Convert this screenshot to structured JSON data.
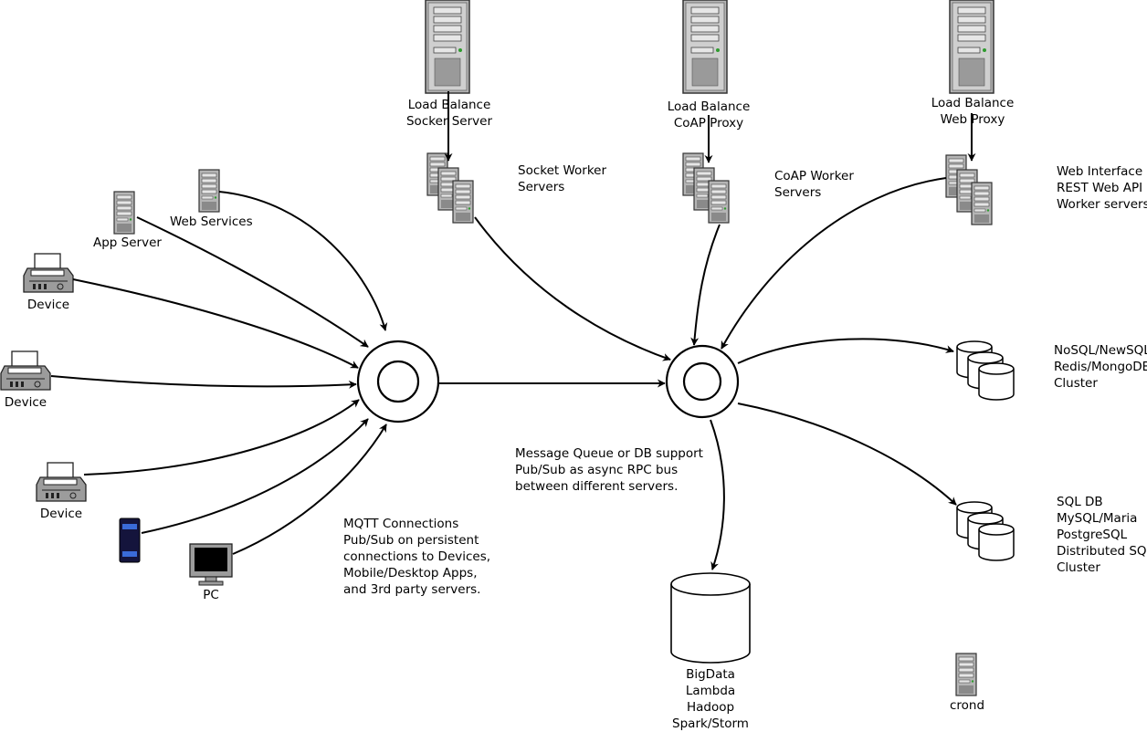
{
  "labels": {
    "lb_socket": [
      "Load Balance",
      "Socker Server"
    ],
    "lb_coap": [
      "Load Balance",
      "CoAP Proxy"
    ],
    "lb_web": [
      "Load Balance",
      "Web Proxy"
    ],
    "socket_workers": [
      "Socket Worker",
      "Servers"
    ],
    "coap_workers": [
      "CoAP Worker",
      "Servers"
    ],
    "web_workers": [
      "Web Interface",
      "REST Web API",
      "Worker servers"
    ],
    "web_services": "Web Services",
    "app_server": "App Server",
    "device1": "Device",
    "device2": "Device",
    "device3": "Device",
    "pc": "PC",
    "mqtt": [
      "MQTT Connections",
      "Pub/Sub on persistent",
      "connections to Devices,",
      "Mobile/Desktop Apps,",
      "and 3rd party servers."
    ],
    "mq": [
      "Message Queue or DB support",
      "Pub/Sub as async RPC bus",
      "between different servers."
    ],
    "nosql": [
      "NoSQL/NewSQL",
      "Redis/MongoDB",
      "Cluster"
    ],
    "sql": [
      "SQL DB",
      "MySQL/Maria",
      "PostgreSQL",
      "Distributed SQL",
      "Cluster"
    ],
    "bigdata": [
      "BigData",
      "Lambda",
      "Hadoop",
      "Spark/Storm"
    ],
    "crond": "crond"
  },
  "icons": {
    "server": "server-tower-icon",
    "server_cluster": "server-cluster-icon",
    "printer": "printer-device-icon",
    "phone": "mobile-phone-icon",
    "monitor": "pc-monitor-icon",
    "hub": "message-hub-icon",
    "db_cluster": "database-cluster-icon",
    "db": "database-icon"
  },
  "colors": {
    "line": "#000000",
    "server_fill": "#bdbdbd",
    "phone_fill": "#14143c",
    "phone_accent": "#3a6bd8"
  }
}
